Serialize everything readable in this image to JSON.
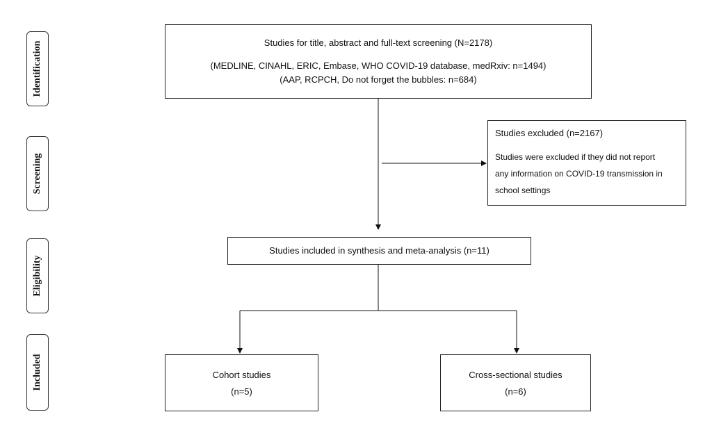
{
  "stages": {
    "identification": "Identification",
    "screening": "Screening",
    "eligibility": "Eligibility",
    "included": "Included"
  },
  "identification_box": {
    "title": "Studies for title, abstract and full-text screening (N=2178)",
    "line2": "(MEDLINE, CINAHL, ERIC, Embase, WHO COVID-19 database, medRxiv: n=1494)",
    "line3": "(AAP, RCPCH, Do not forget the bubbles: n=684)"
  },
  "excluded_box": {
    "title": "Studies excluded (n=2167)",
    "line1": "Studies were excluded if they did not report",
    "line2": "any information on COVID-19 transmission in",
    "line3": "school settings"
  },
  "included_box": {
    "title": "Studies included in synthesis and meta-analysis (n=11)"
  },
  "cohort_box": {
    "title": "Cohort studies",
    "count": "(n=5)"
  },
  "cross_box": {
    "title": "Cross-sectional studies",
    "count": "(n=6)"
  }
}
